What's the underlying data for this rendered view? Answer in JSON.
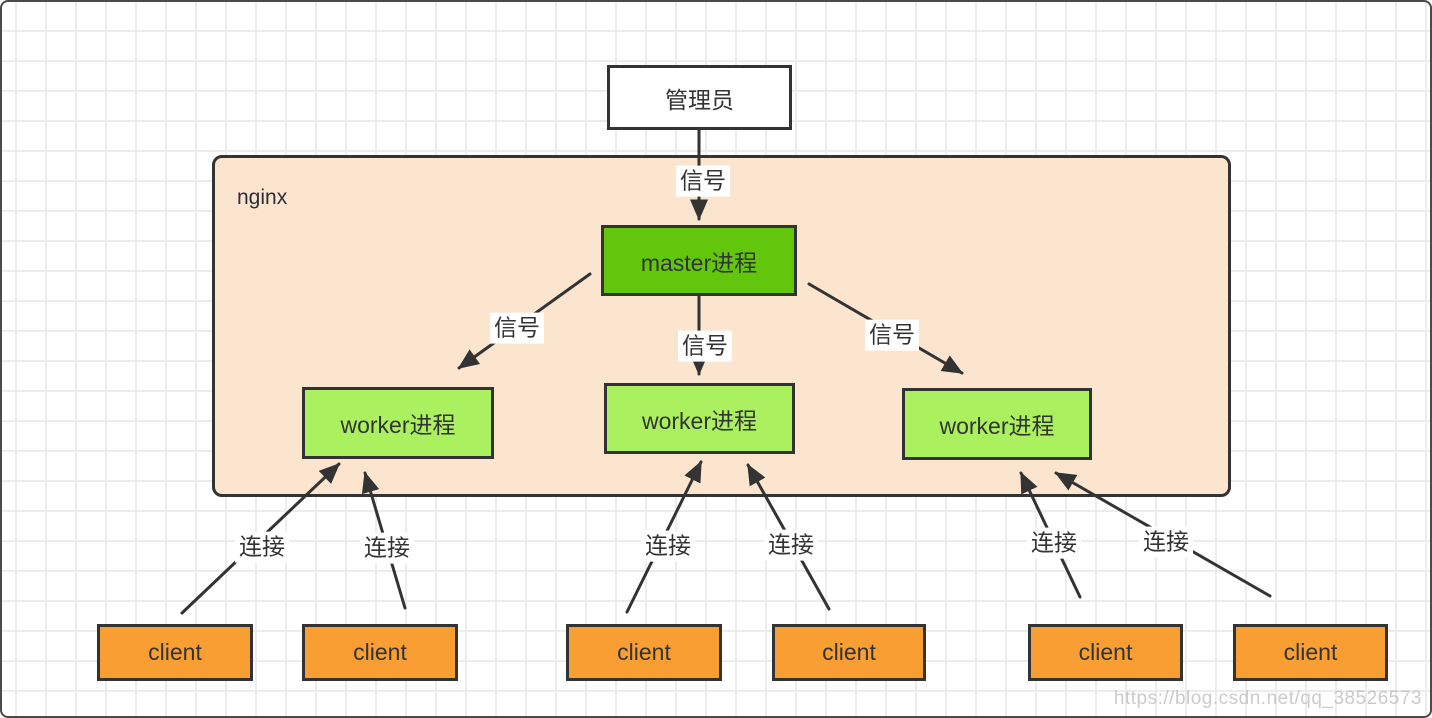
{
  "diagram": {
    "container": {
      "label": "nginx"
    },
    "admin": {
      "label": "管理员"
    },
    "master": {
      "label": "master进程"
    },
    "workers": [
      {
        "label": "worker进程"
      },
      {
        "label": "worker进程"
      },
      {
        "label": "worker进程"
      }
    ],
    "clients": [
      {
        "label": "client"
      },
      {
        "label": "client"
      },
      {
        "label": "client"
      },
      {
        "label": "client"
      },
      {
        "label": "client"
      },
      {
        "label": "client"
      }
    ],
    "signal_labels": [
      {
        "text": "信号"
      },
      {
        "text": "信号"
      },
      {
        "text": "信号"
      },
      {
        "text": "信号"
      }
    ],
    "connection_labels": [
      {
        "text": "连接"
      },
      {
        "text": "连接"
      },
      {
        "text": "连接"
      },
      {
        "text": "连接"
      },
      {
        "text": "连接"
      },
      {
        "text": "连接"
      }
    ],
    "watermark": "https://blog.csdn.net/qq_38526573",
    "colors": {
      "master_fill": "#62C60C",
      "worker_fill": "#ABF05F",
      "client_fill": "#F89E33",
      "container_fill": "#FBE5CF",
      "grid_line": "#ECECEC",
      "stroke": "#333333"
    }
  }
}
